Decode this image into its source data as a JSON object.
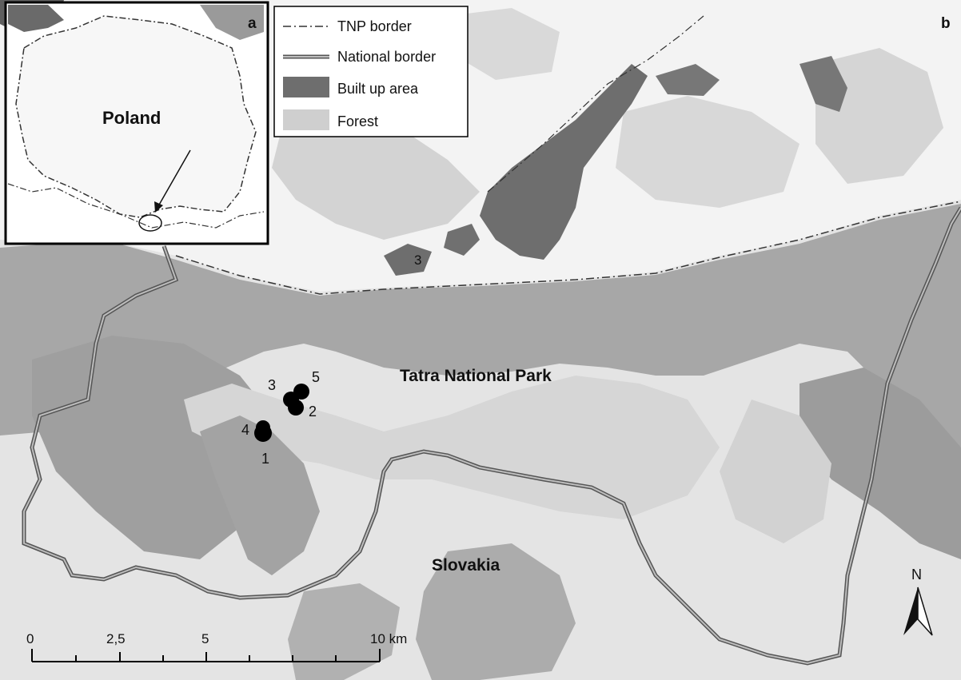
{
  "panels": {
    "inset_letter": "a",
    "main_letter": "b"
  },
  "inset": {
    "country_label": "Poland"
  },
  "legend": {
    "items": [
      {
        "label": "TNP border",
        "symbol": "dash-dot-line"
      },
      {
        "label": "National border",
        "symbol": "double-gray-line"
      },
      {
        "label": "Built up area",
        "symbol": "dark-fill",
        "color": "#6e6e6e"
      },
      {
        "label": "Forest",
        "symbol": "light-fill",
        "color": "#cfcfcf"
      }
    ]
  },
  "map_labels": {
    "park": "Tatra National Park",
    "country": "Slovakia",
    "village_marker": "3"
  },
  "sites": [
    {
      "label": "1"
    },
    {
      "label": "2"
    },
    {
      "label": "3"
    },
    {
      "label": "4"
    },
    {
      "label": "5"
    }
  ],
  "scale_bar": {
    "ticks": [
      "0",
      "2,5",
      "5",
      "10 km"
    ]
  },
  "north_arrow": {
    "label": "N"
  },
  "colors": {
    "background": "#ebebeb",
    "forest": "#a9a9a9",
    "built_up": "#6e6e6e",
    "poland": "#f5f5f5",
    "sites": "#000000"
  }
}
